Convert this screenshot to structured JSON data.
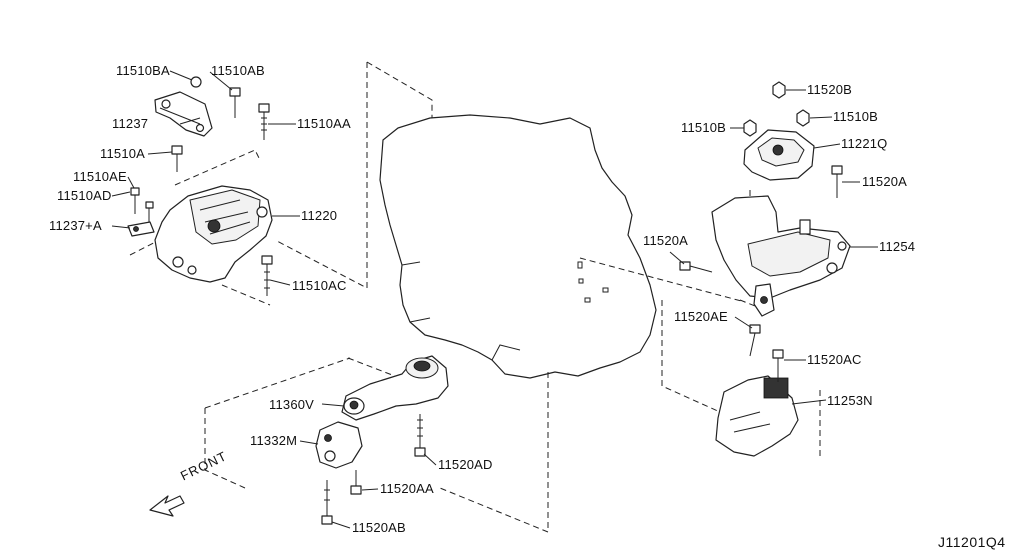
{
  "diagram_code": "J11201Q4",
  "front_label": "FRONT",
  "labels": {
    "p11510BA": "11510BA",
    "p11510AB": "11510AB",
    "p11237": "11237",
    "p11510AA": "11510AA",
    "p11510A": "11510A",
    "p11510AE": "11510AE",
    "p11510AD": "11510AD",
    "p11237A": "11237+A",
    "p11220": "11220",
    "p11510AC": "11510AC",
    "p11520B": "11520B",
    "p11510B_left": "11510B",
    "p11510B_right": "11510B",
    "p11221Q": "11221Q",
    "p11520A_top": "11520A",
    "p11254": "11254",
    "p11520A_left": "11520A",
    "p11520AE": "11520AE",
    "p11520AC": "11520AC",
    "p11253N": "11253N",
    "p11360V": "11360V",
    "p11332M": "11332M",
    "p11520AD": "11520AD",
    "p11520AA": "11520AA",
    "p11520AB": "11520AB"
  }
}
